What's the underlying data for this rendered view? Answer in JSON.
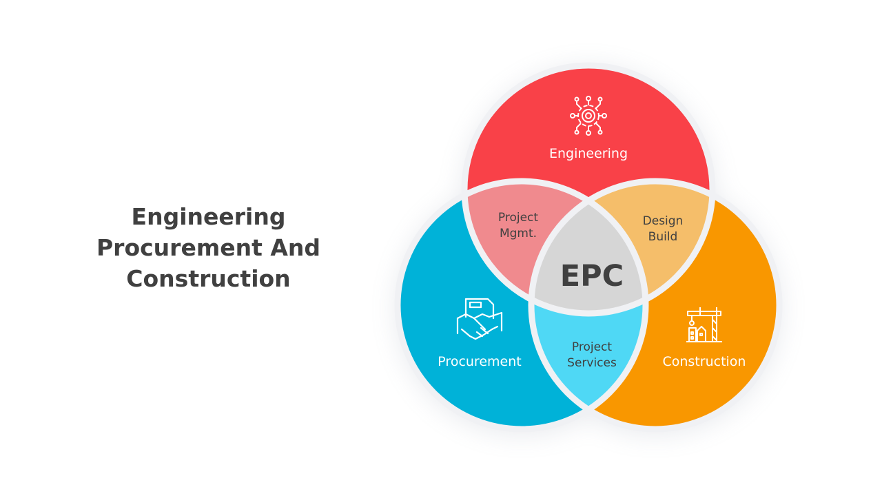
{
  "title": {
    "lines": [
      "Engineering",
      "Procurement And",
      "Construction"
    ]
  },
  "diagram": {
    "center": "EPC",
    "sets": [
      {
        "label": "Engineering",
        "icon": "circuit-gear-icon",
        "color": "#F94148"
      },
      {
        "label": "Procurement",
        "icon": "handshake-document-icon",
        "color": "#00B2D8"
      },
      {
        "label": "Construction",
        "icon": "crane-building-icon",
        "color": "#F99700"
      }
    ],
    "overlaps": [
      {
        "lines": [
          "Project",
          "Mgmt."
        ],
        "color": "#F08A8E"
      },
      {
        "lines": [
          "Design",
          "Build"
        ],
        "color": "#F5BE6A"
      },
      {
        "lines": [
          "Project",
          "Services"
        ],
        "color": "#4FD8F5"
      }
    ],
    "center_color": "#D6D6D6",
    "outline_color": "#F0F1F4"
  }
}
